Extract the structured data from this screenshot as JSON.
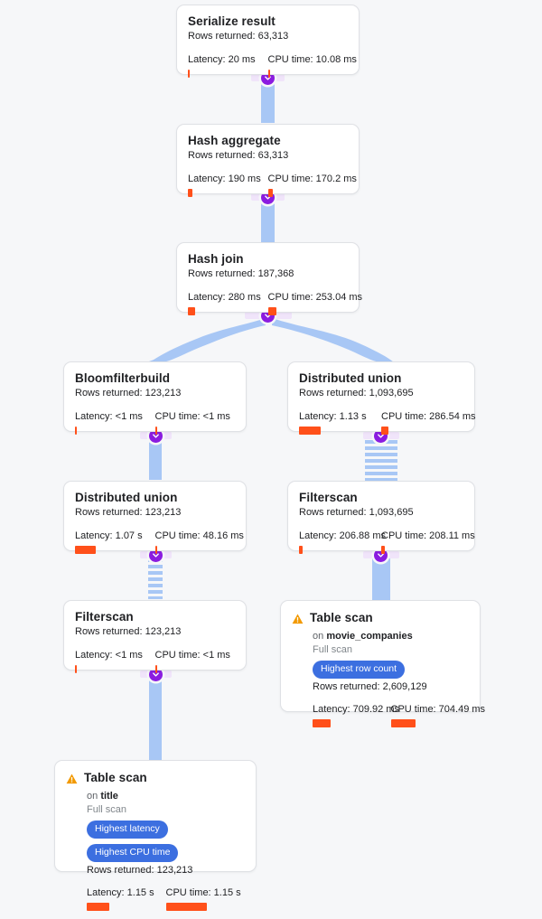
{
  "theme": {
    "background": "#f6f7f9",
    "card_background": "#ffffff",
    "card_border": "#dfe1e5",
    "edge_color": "#a8c7f5",
    "connector_dot_color": "#8b1ce0",
    "metric_bar_color": "#ff501a",
    "badge_color": "#3c6fe0",
    "warning_color": "#f29900",
    "title_color": "#202124",
    "muted_text_color": "#5f6368"
  },
  "labels": {
    "rows_prefix": "Rows returned:",
    "latency_prefix": "Latency:",
    "cpu_prefix": "CPU time:",
    "on_prefix": "on",
    "expand_icon": "chevron-down-icon",
    "warning_icon": "warning-triangle-icon"
  },
  "nodes": [
    {
      "id": "serialize-result",
      "title": "Serialize result",
      "rows_returned": "Rows returned: 63,313",
      "latency": "Latency: 20 ms",
      "cpu_time": "CPU time: 10.08 ms",
      "latency_bar_pct": 2,
      "cpu_bar_pct": 2,
      "warning": false,
      "badges": []
    },
    {
      "id": "hash-aggregate",
      "title": "Hash aggregate",
      "rows_returned": "Rows returned: 63,313",
      "latency": "Latency: 190 ms",
      "cpu_time": "CPU time: 170.2 ms",
      "latency_bar_pct": 6,
      "cpu_bar_pct": 6,
      "warning": false,
      "badges": []
    },
    {
      "id": "hash-join",
      "title": "Hash join",
      "rows_returned": "Rows returned: 187,368",
      "latency": "Latency: 280 ms",
      "cpu_time": "CPU time: 253.04 ms",
      "latency_bar_pct": 9,
      "cpu_bar_pct": 10,
      "warning": false,
      "badges": []
    },
    {
      "id": "bloomfilterbuild",
      "title": "Bloomfilterbuild",
      "rows_returned": "Rows returned: 123,213",
      "latency": "Latency: <1 ms",
      "cpu_time": "CPU time: <1 ms",
      "latency_bar_pct": 1.5,
      "cpu_bar_pct": 1.5,
      "warning": false,
      "badges": []
    },
    {
      "id": "distributed-union-right",
      "title": "Distributed union",
      "rows_returned": "Rows returned: 1,093,695",
      "latency": "Latency: 1.13 s",
      "cpu_time": "CPU time: 286.54 ms",
      "latency_bar_pct": 27,
      "cpu_bar_pct": 8,
      "warning": false,
      "badges": []
    },
    {
      "id": "distributed-union-left",
      "title": "Distributed union",
      "rows_returned": "Rows returned: 123,213",
      "latency": "Latency: 1.07 s",
      "cpu_time": "CPU time: 48.16 ms",
      "latency_bar_pct": 26,
      "cpu_bar_pct": 2,
      "warning": false,
      "badges": []
    },
    {
      "id": "filterscan-right",
      "title": "Filterscan",
      "rows_returned": "Rows returned: 1,093,695",
      "latency": "Latency: 206.88 ms",
      "cpu_time": "CPU time: 208.11 ms",
      "latency_bar_pct": 4,
      "cpu_bar_pct": 4,
      "warning": false,
      "badges": []
    },
    {
      "id": "filterscan-left",
      "title": "Filterscan",
      "rows_returned": "Rows returned: 123,213",
      "latency": "Latency: <1 ms",
      "cpu_time": "CPU time: <1 ms",
      "latency_bar_pct": 1.5,
      "cpu_bar_pct": 1.5,
      "warning": false,
      "badges": []
    },
    {
      "id": "table-scan-movie-companies",
      "title": "Table scan",
      "on_table": "movie_companies",
      "scan_type": "Full scan",
      "rows_returned": "Rows returned: 2,609,129",
      "latency": "Latency: 709.92 ms",
      "cpu_time": "CPU time: 704.49 ms",
      "latency_bar_pct": 19,
      "cpu_bar_pct": 26,
      "warning": true,
      "badges": [
        "Highest row count"
      ]
    },
    {
      "id": "table-scan-title",
      "title": "Table scan",
      "on_table": "title",
      "scan_type": "Full scan",
      "rows_returned": "Rows returned: 123,213",
      "latency": "Latency: 1.15 s",
      "cpu_time": "CPU time: 1.15 s",
      "latency_bar_pct": 24,
      "cpu_bar_pct": 43,
      "warning": true,
      "badges": [
        "Highest latency",
        "Highest CPU time"
      ]
    }
  ]
}
